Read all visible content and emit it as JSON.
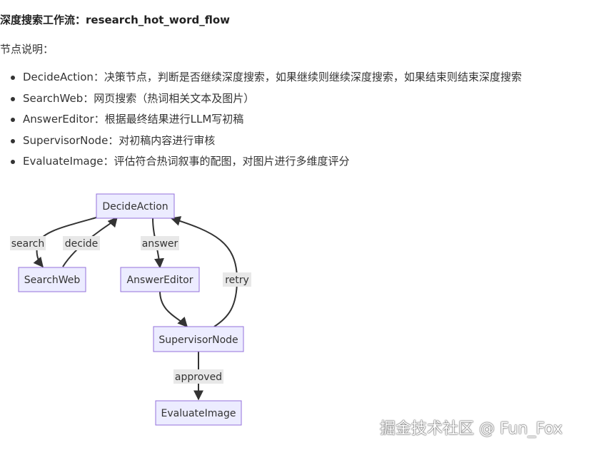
{
  "title": "深度搜索工作流：research_hot_word_flow",
  "intro": "节点说明：",
  "node_descriptions": [
    {
      "text": "DecideAction：决策节点，判断是否继续深度搜索，如果继续则继续深度搜索，如果结束则结束深度搜索"
    },
    {
      "text": "SearchWeb：网页搜索（热词相关文本及图片）"
    },
    {
      "text": "AnswerEditor：根据最终结果进行LLM写初稿"
    },
    {
      "text": "SupervisorNode：对初稿内容进行审核"
    },
    {
      "text": "EvaluateImage：评估符合热词叙事的配图，对图片进行多维度评分"
    }
  ],
  "flowchart": {
    "nodes": {
      "decide_action": "DecideAction",
      "search_web": "SearchWeb",
      "answer_editor": "AnswerEditor",
      "supervisor_node": "SupervisorNode",
      "evaluate_image": "EvaluateImage"
    },
    "edges": [
      {
        "from": "DecideAction",
        "to": "SearchWeb",
        "label": "search"
      },
      {
        "from": "SearchWeb",
        "to": "DecideAction",
        "label": "decide"
      },
      {
        "from": "DecideAction",
        "to": "AnswerEditor",
        "label": "answer"
      },
      {
        "from": "AnswerEditor",
        "to": "SupervisorNode",
        "label": ""
      },
      {
        "from": "SupervisorNode",
        "to": "DecideAction",
        "label": "retry"
      },
      {
        "from": "SupervisorNode",
        "to": "EvaluateImage",
        "label": "approved"
      }
    ],
    "colors": {
      "node_fill": "#ECECFF",
      "node_stroke": "#9370DB",
      "edge": "#333333",
      "label_bg": "#E8E8E8"
    }
  },
  "watermark": "掘金技术社区 @ Fun_Fox"
}
